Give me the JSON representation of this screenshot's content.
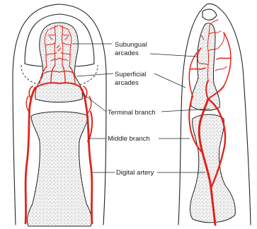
{
  "labels": {
    "subungual_line1": "Subungual",
    "subungual_line2": "arcades",
    "superficial_line1": "Superficial",
    "superficial_line2": "arcades",
    "terminal_branch": "Terminal branch",
    "middle_branch": "Middle branch",
    "digital_artery": "Digital artery"
  },
  "colors": {
    "artery": "#e0231b",
    "outline": "#222222",
    "bone_fill": "#f2f2f2",
    "stipple": "#555555"
  }
}
